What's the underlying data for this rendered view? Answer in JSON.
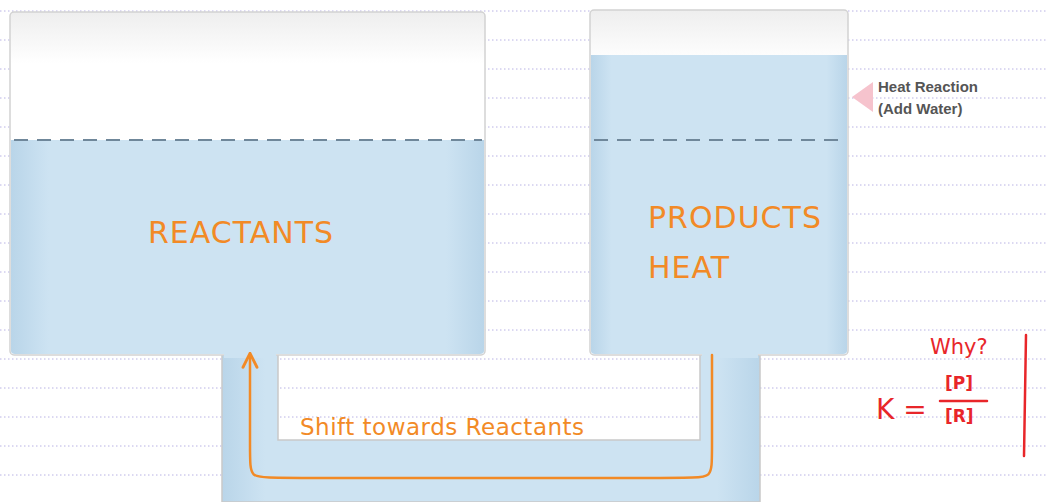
{
  "diagram": {
    "nodes": [
      {
        "text": [
          "REACTANTS"
        ]
      },
      {
        "text": [
          "PRODUCTS HEAT"
        ]
      }
    ],
    "edges": [
      {
        "from": 1,
        "to": 0,
        "arrow": "to",
        "label": "Shift towards Reactants"
      }
    ],
    "labels": [
      "Heat Reaction (Add Water)",
      "Why?",
      "K =",
      "[P]",
      "[R]"
    ]
  }
}
